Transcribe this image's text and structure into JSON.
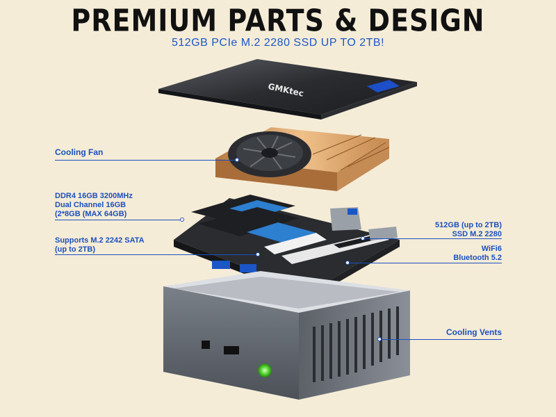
{
  "header": {
    "title": "PREMIUM PARTS & DESIGN",
    "subtitle": "512GB PCIe M.2 2280 SSD UP TO 2TB!"
  },
  "brand": {
    "logo_text": "GMKtec"
  },
  "callouts": {
    "cooling_fan": "Cooling Fan",
    "ddr4_line1": "DDR4 16GB 3200MHz",
    "ddr4_line2": "Dual Channel 16GB",
    "ddr4_line3": "(2*8GB (MAX 64GB)",
    "sata_line1": "Supports M.2 2242 SATA",
    "sata_line2": "(up to 2TB)",
    "ssd_line1": "512GB (up to 2TB)",
    "ssd_line2": "SSD M.2 2280",
    "wifi_line1": "WiFi6",
    "wifi_line2": "Bluetooth 5.2",
    "vents": "Cooling Vents"
  },
  "colors": {
    "background": "#f5ecd7",
    "accent": "#1b4fbf",
    "title": "#111111",
    "power_led": "#4ccf2a"
  }
}
